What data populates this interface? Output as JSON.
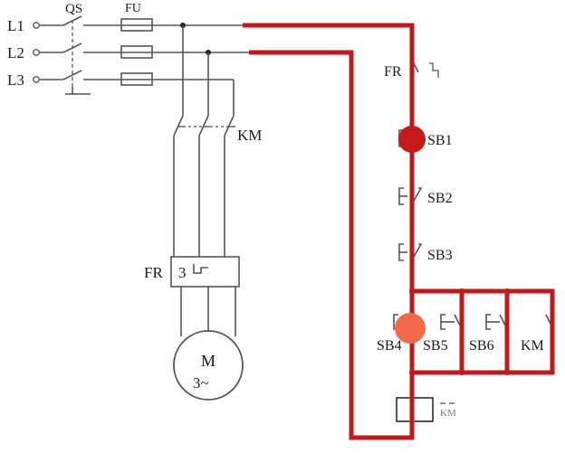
{
  "labels": {
    "l1": "L1",
    "l2": "L2",
    "l3": "L3",
    "qs": "QS",
    "fu": "FU",
    "km_main": "KM",
    "fr_main": "FR",
    "fr_num": "3",
    "motor_m": "M",
    "motor_phase": "3~",
    "fr_ctrl": "FR",
    "sb1": "SB1",
    "sb2": "SB2",
    "sb3": "SB3",
    "sb4": "SB4",
    "sb5": "SB5",
    "sb6": "SB6",
    "km_ctrl": "KM",
    "coil_label": "KM"
  },
  "colors": {
    "highlight_path": "#c0191b",
    "marker_sb1": "#c41a1a",
    "marker_sb4": "#f26a4b"
  }
}
